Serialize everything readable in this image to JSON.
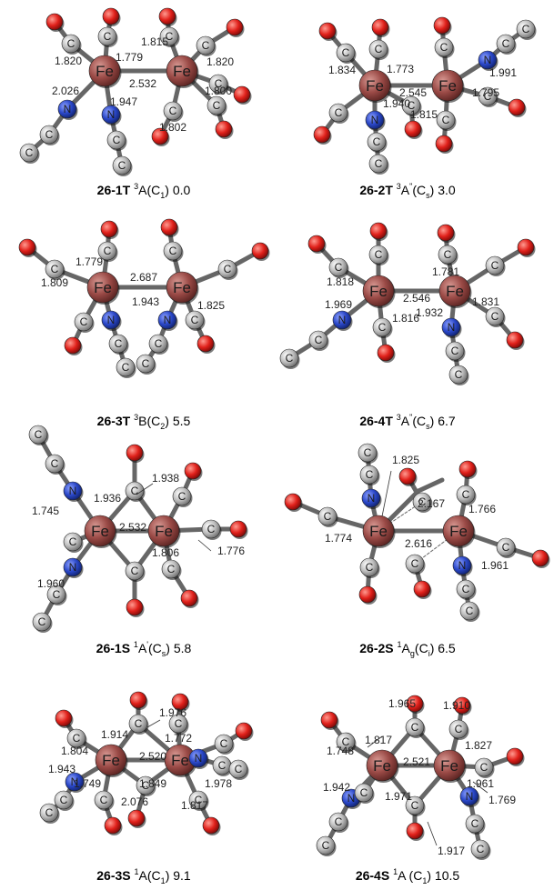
{
  "atoms": {
    "fe": "Fe",
    "c": "C",
    "n": "N"
  },
  "colors": {
    "fe": "#9a4a46",
    "c": "#bdbdbd",
    "n": "#2a47c8",
    "o": "#e0201a",
    "bond": "#666666"
  },
  "panels": [
    {
      "id": "26-1T",
      "sup": "3",
      "term": "A",
      "tsup": "",
      "tsub": "",
      "sym": "C",
      "symsub": "1",
      "energy": "0.0",
      "distances": [
        "1.820",
        "1.779",
        "1.815",
        "1.820",
        "2.532",
        "2.026",
        "1.947",
        "1.800",
        "1.802"
      ]
    },
    {
      "id": "26-2T",
      "sup": "3",
      "term": "A",
      "tsup": "\"",
      "tsub": "",
      "sym": "C",
      "symsub": "s",
      "energy": "3.0",
      "distances": [
        "1.834",
        "1.773",
        "1.991",
        "2.545",
        "1.940",
        "1.795",
        "1.815"
      ]
    },
    {
      "id": "26-3T",
      "sup": "3",
      "term": "B",
      "tsup": "",
      "tsub": "",
      "sym": "C",
      "symsub": "2",
      "energy": "5.5",
      "distances": [
        "1.779",
        "1.809",
        "2.687",
        "1.943",
        "1.825"
      ]
    },
    {
      "id": "26-4T",
      "sup": "3",
      "term": "A",
      "tsup": "\"",
      "tsub": "",
      "sym": "C",
      "symsub": "s",
      "energy": "6.7",
      "distances": [
        "1.818",
        "1.781",
        "2.546",
        "1.969",
        "1.816",
        "1.932",
        "1.831"
      ]
    },
    {
      "id": "26-1S",
      "sup": "1",
      "term": "A",
      "tsup": "'",
      "tsub": "",
      "sym": "C",
      "symsub": "s",
      "energy": "5.8",
      "distances": [
        "1.938",
        "1.936",
        "1.745",
        "2.532",
        "1.960",
        "1.806",
        "1.776"
      ]
    },
    {
      "id": "26-2S",
      "sup": "1",
      "term": "A",
      "tsup": "",
      "tsub": "g",
      "sym": "C",
      "symsub": "i",
      "energy": "6.5",
      "distances": [
        "1.825",
        "2.167",
        "1.766",
        "1.774",
        "2.616",
        "1.961"
      ]
    },
    {
      "id": "26-3S",
      "sup": "1",
      "term": "A",
      "tsup": "",
      "tsub": "",
      "sym": "C",
      "symsub": "1",
      "energy": "9.1",
      "distances": [
        "1.976",
        "1.914",
        "1.772",
        "1.804",
        "2.520",
        "1.943",
        "1.749",
        "1.849",
        "1.978",
        "2.076",
        "1.817"
      ]
    },
    {
      "id": "26-4S",
      "sup": "1",
      "term": "A ",
      "tsup": "",
      "tsub": "",
      "sym": "C",
      "symsub": "1",
      "energy": "10.5",
      "distances": [
        "1.965",
        "1.910",
        "1.817",
        "1.748",
        "1.827",
        "2.521",
        "1.942",
        "1.961",
        "1.971",
        "1.769",
        "1.917"
      ]
    }
  ]
}
